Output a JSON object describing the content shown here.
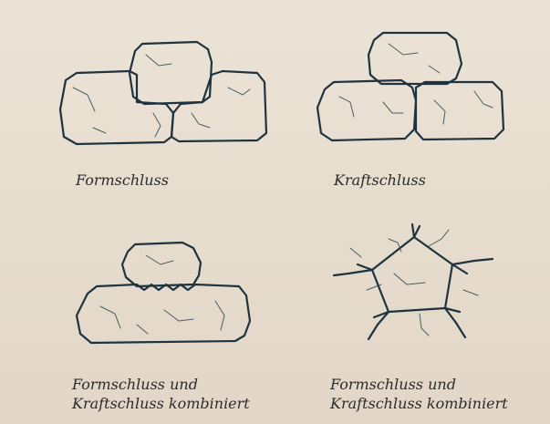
{
  "captions": {
    "formschluss": "Formschluss",
    "kraftschluss": "Kraftschluss",
    "kombiniert_left_line1": "Formschluss und",
    "kombiniert_left_line2": "Kraftschluss kombiniert",
    "kombiniert_right_line1": "Formschluss und",
    "kombiniert_right_line2": "Kraftschluss kombiniert"
  },
  "colors": {
    "paper": "#e8ddd0",
    "ink": "#1e3340",
    "text": "#2b2a2d"
  }
}
